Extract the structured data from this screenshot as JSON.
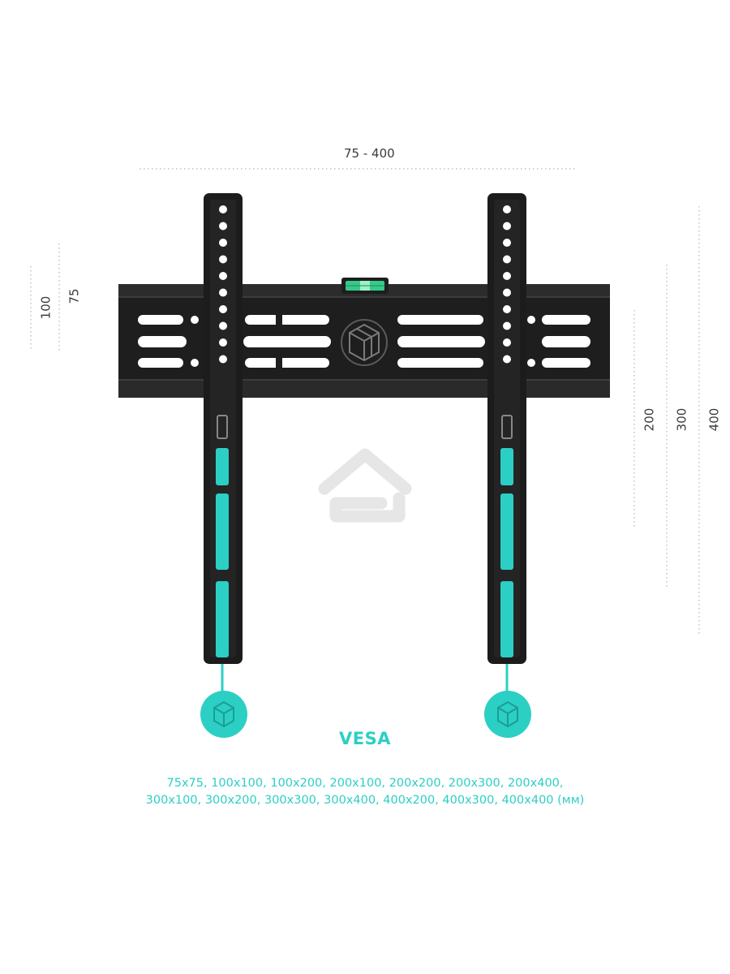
{
  "dimensions": {
    "width_label": "75 - 400",
    "left_small": "100",
    "left_big": "75",
    "right_200": "200",
    "right_300": "300",
    "right_400": "400"
  },
  "vesa": {
    "title": "VESA",
    "line1": "75x75, 100x100, 100x200, 200x100, 200x200, 200x300, 200x400,",
    "line2": "300x100, 300x200, 300x300, 300x400, 400x200, 400x300, 400x400 (мм)"
  },
  "colors": {
    "accent": "#2ccfc4",
    "metal": "#1e1e1e",
    "dim_line": "#b5b5b5"
  },
  "icons": {
    "brand_logo": "cube-logo-icon",
    "watermark": "house-watermark-icon",
    "bubble_level": "bubble-level-icon"
  }
}
